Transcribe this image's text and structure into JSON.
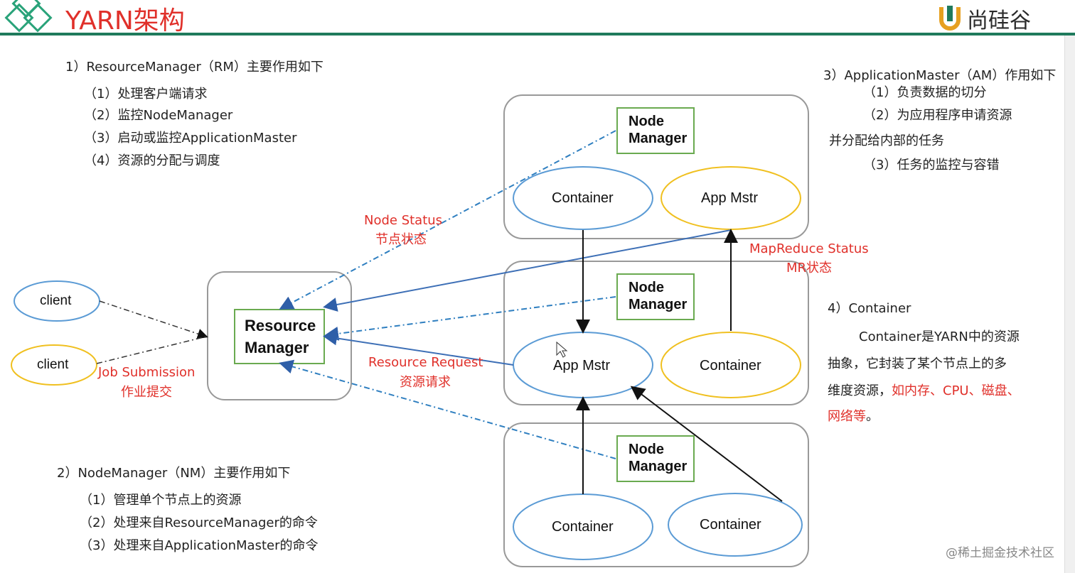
{
  "header": {
    "title": "YARN架构",
    "brand": "尚硅谷"
  },
  "rm_section": {
    "heading": "1）ResourceManager（RM）主要作用如下",
    "items": [
      "（1）处理客户端请求",
      "（2）监控NodeManager",
      "（3）启动或监控ApplicationMaster",
      "（4）资源的分配与调度"
    ]
  },
  "nm_section": {
    "heading": "2）NodeManager（NM）主要作用如下",
    "items": [
      "（1）管理单个节点上的资源",
      "（2）处理来自ResourceManager的命令",
      "（3）处理来自ApplicationMaster的命令"
    ]
  },
  "am_section": {
    "heading": "3）ApplicationMaster（AM）作用如下",
    "items": [
      "（1）负责数据的切分",
      "（2）为应用程序申请资源",
      "并分配给内部的任务",
      "（3）任务的监控与容错"
    ]
  },
  "container_section": {
    "heading": "4）Container",
    "body_1": "Container是YARN中的资源",
    "body_2": "抽象，它封装了某个节点上的多",
    "body_3": "维度资源，",
    "body_3_red": "如内存、CPU、磁盘、",
    "body_4_red": "网络等",
    "body_4_end": "。"
  },
  "diagram": {
    "client_1": "client",
    "client_2": "client",
    "rm_line1": "Resource",
    "rm_line2": "Manager",
    "nm_line1": "Node",
    "nm_line2": "Manager",
    "container": "Container",
    "app_mstr": "App Mstr",
    "job_submission": "Job Submission",
    "job_submission_cn": "作业提交",
    "node_status": "Node Status",
    "node_status_cn": "节点状态",
    "resource_request": "Resource Request",
    "resource_request_cn": "资源请求",
    "mr_status": "MapReduce Status",
    "mr_status_cn": "MR状态"
  },
  "watermark": "@稀土掘金技术社区",
  "colors": {
    "accent_green": "#1f7a5c",
    "red_label": "#e0302a",
    "blue_ellipse": "#5b9bd5",
    "yellow_ellipse": "#f0c020",
    "node_box": "#6aaa50",
    "arrow_blue": "#3d6fb6"
  }
}
